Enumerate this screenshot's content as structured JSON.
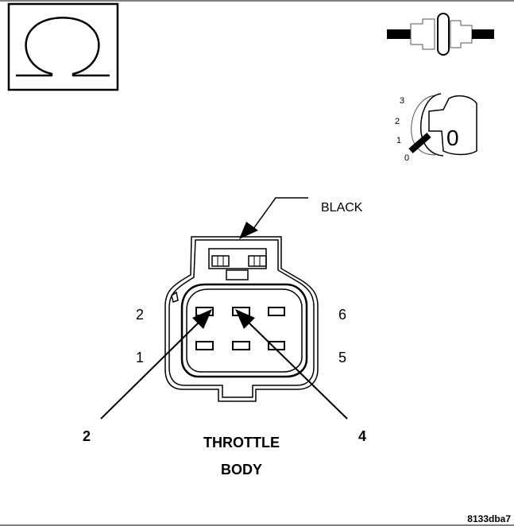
{
  "meter_symbol": "ohm-icon",
  "probe_icon": "probe-connector-icon",
  "selector_icon": "ignition-switch-icon",
  "switch": {
    "positions": [
      "3",
      "2",
      "1",
      "0"
    ],
    "selected": "0"
  },
  "connector": {
    "color_label": "BLACK",
    "pin_labels": {
      "top_left": "2",
      "bottom_left": "1",
      "top_right": "6",
      "bottom_right": "5"
    }
  },
  "callouts": {
    "left": "2",
    "right": "4"
  },
  "title": {
    "line1": "THROTTLE",
    "line2": "BODY"
  },
  "figure_id": "8133dba7",
  "colors": {
    "line": "#000000",
    "background": "#ffffff"
  }
}
